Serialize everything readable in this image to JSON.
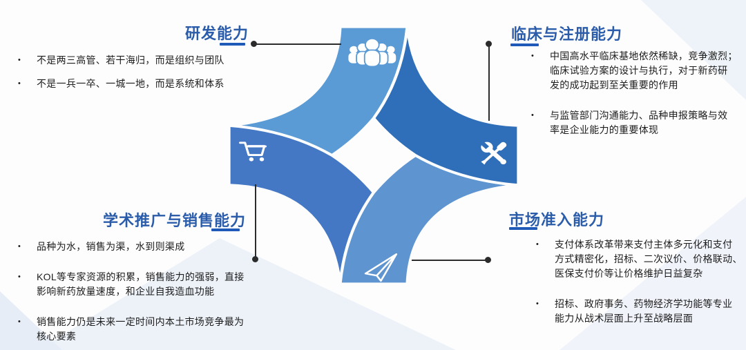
{
  "colors": {
    "title_blue": "#2a5caa",
    "underline_blue": "#1f5ab8",
    "blade_top": "#5b9bd5",
    "blade_left": "#4478c4",
    "blade_bottom": "#5e95d0",
    "blade_right": "#2f6eb8",
    "connector": "#2b2b2b",
    "body_text": "#1c1c1c",
    "icon_white": "#ffffff"
  },
  "ui": {
    "bullet_glyph": "•"
  },
  "sections": {
    "top_left": {
      "title": "研发能力",
      "bullets": [
        "不是两三高管、若干海归，而是组织与团队",
        "不是一兵一卒、一城一地，而是系统和体系"
      ]
    },
    "top_right": {
      "title": "临床与注册能力",
      "bullets": [
        "中国高水平临床基地依然稀缺，竞争激烈；\n临床试验方案的设计与执行，对于新药研\n发的成功起到至关重要的作用",
        "与监管部门沟通能力、品种申报策略与效\n率是企业能力的重要体现"
      ]
    },
    "bottom_left": {
      "title": "学术推广与销售能力",
      "bullets": [
        "品种为水，销售为渠，水到则渠成",
        "KOL等专家资源的积累，销售能力的强弱，直接\n影响新药放量速度，和企业自我造血功能",
        "销售能力仍是未来一定时间内本土市场竞争最为\n核心要素"
      ]
    },
    "bottom_right": {
      "title": "市场准入能力",
      "bullets": [
        "支付体系改革带来支付主体多元化和支付\n方式精密化，招标、二次议价、价格联动、\n医保支付价等让价格维护日益复杂",
        "招标、政府事务、药物经济学功能等专业\n能力从战术层面上升至战略层面"
      ]
    }
  },
  "center_diagram": {
    "blades": [
      {
        "position": "top",
        "icon": "team-icon"
      },
      {
        "position": "left",
        "icon": "shopping-cart-icon"
      },
      {
        "position": "right",
        "icon": "wrench-screwdriver-icon"
      },
      {
        "position": "bottom",
        "icon": "paper-plane-icon"
      }
    ]
  }
}
